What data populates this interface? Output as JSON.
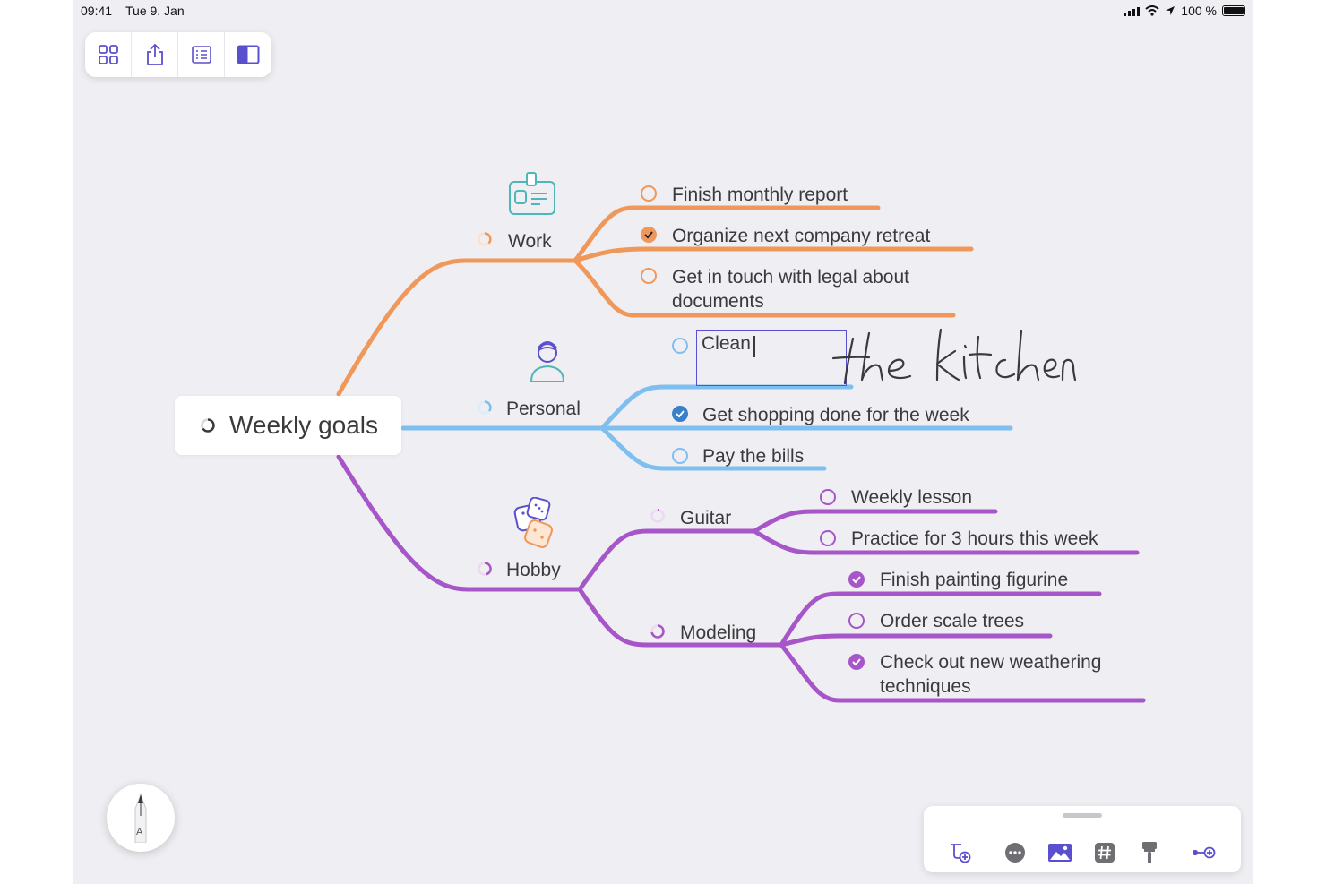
{
  "status_bar": {
    "time": "09:41",
    "date": "Tue 9. Jan",
    "battery": "100 %"
  },
  "toolbar": {
    "icons": [
      "grid-icon",
      "share-icon",
      "outline-icon",
      "sidebar-icon"
    ]
  },
  "colors": {
    "work": "#f0975a",
    "personal": "#7fbfef",
    "hobby": "#a656c8",
    "accent": "#5a4fcf"
  },
  "mindmap": {
    "root": "Weekly goals",
    "work": {
      "label": "Work",
      "tasks": [
        {
          "label": "Finish monthly report",
          "done": false
        },
        {
          "label": "Organize next company retreat",
          "done": true
        },
        {
          "label": "Get in touch with legal about documents",
          "done": false
        }
      ]
    },
    "personal": {
      "label": "Personal",
      "editing": {
        "typed": "Clean",
        "handwriting": "the kitchen"
      },
      "tasks": [
        {
          "label": "Get shopping done for the week",
          "done": true
        },
        {
          "label": "Pay the bills",
          "done": false
        }
      ]
    },
    "hobby": {
      "label": "Hobby",
      "guitar": {
        "label": "Guitar",
        "tasks": [
          {
            "label": "Weekly lesson",
            "done": false
          },
          {
            "label": "Practice for 3 hours this week",
            "done": false
          }
        ]
      },
      "modeling": {
        "label": "Modeling",
        "tasks": [
          {
            "label": "Finish painting figurine",
            "done": true
          },
          {
            "label": "Order scale trees",
            "done": false
          },
          {
            "label": "Check out new weathering techniques",
            "done": true
          }
        ]
      }
    }
  },
  "pencil_button": {
    "letter": "A"
  },
  "bottom_toolbar": {
    "icons": [
      "add-child-icon",
      "more-icon",
      "image-icon",
      "tag-icon",
      "format-brush-icon",
      "connect-icon"
    ]
  }
}
